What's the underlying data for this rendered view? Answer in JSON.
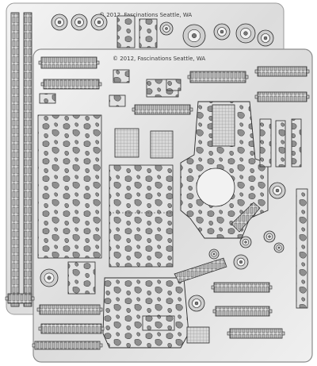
{
  "scene": {
    "subject": "metal-model-sheets",
    "credit_back": "© 2012, Fascinations Seattle, WA",
    "credit_front": "© 2012, Fascinations Seattle, WA"
  },
  "colors": {
    "background": "#ffffff",
    "steel_light": "#e9e9e9",
    "steel_mid": "#cfcfcf",
    "steel_dark": "#7d7d7d",
    "etch_line": "#2b2b2b",
    "camo_fill": "#9a9a9a"
  }
}
